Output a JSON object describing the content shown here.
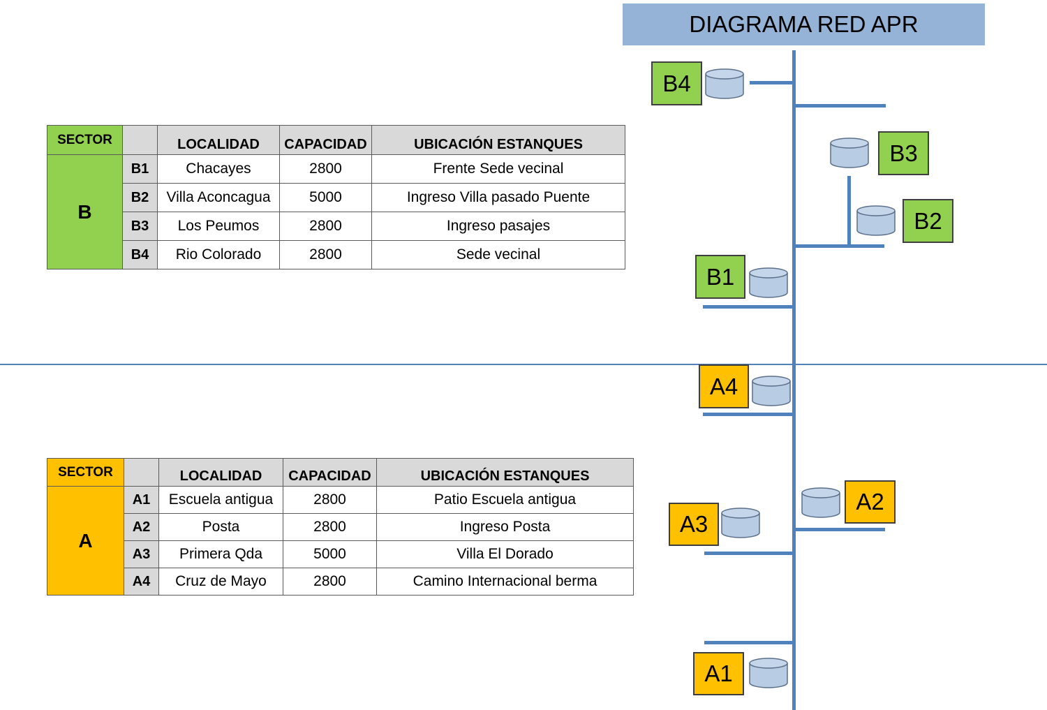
{
  "colors": {
    "sector_b": "#92d050",
    "sector_a": "#ffc000",
    "header_gray": "#d9d9d9",
    "pipe_blue": "#4f81bd",
    "title_bar": "#95b3d7",
    "tank_fill": "#b8cce4"
  },
  "diagram": {
    "title": "DIAGRAMA RED APR",
    "nodes": {
      "b4": "B4",
      "b3": "B3",
      "b2": "B2",
      "b1": "B1",
      "a4": "A4",
      "a3": "A3",
      "a2": "A2",
      "a1": "A1"
    },
    "icon": "water-tank-icon"
  },
  "table_b": {
    "headers": {
      "sector": "SECTOR",
      "localidad": "LOCALIDAD",
      "capacidad": "CAPACIDAD",
      "ubicacion": "UBICACIÓN ESTANQUES"
    },
    "sector": "B",
    "rows": [
      {
        "code": "B1",
        "localidad": "Chacayes",
        "capacidad": "2800",
        "ubicacion": "Frente Sede vecinal"
      },
      {
        "code": "B2",
        "localidad": "Villa Aconcagua",
        "capacidad": "5000",
        "ubicacion": "Ingreso Villa pasado Puente"
      },
      {
        "code": "B3",
        "localidad": "Los Peumos",
        "capacidad": "2800",
        "ubicacion": "Ingreso pasajes"
      },
      {
        "code": "B4",
        "localidad": "Rio Colorado",
        "capacidad": "2800",
        "ubicacion": "Sede vecinal"
      }
    ]
  },
  "table_a": {
    "headers": {
      "sector": "SECTOR",
      "localidad": "LOCALIDAD",
      "capacidad": "CAPACIDAD",
      "ubicacion": "UBICACIÓN ESTANQUES"
    },
    "sector": "A",
    "rows": [
      {
        "code": "A1",
        "localidad": "Escuela antigua",
        "capacidad": "2800",
        "ubicacion": "Patio Escuela antigua"
      },
      {
        "code": "A2",
        "localidad": "Posta",
        "capacidad": "2800",
        "ubicacion": "Ingreso Posta"
      },
      {
        "code": "A3",
        "localidad": "Primera Qda",
        "capacidad": "5000",
        "ubicacion": "Villa El Dorado"
      },
      {
        "code": "A4",
        "localidad": "Cruz de Mayo",
        "capacidad": "2800",
        "ubicacion": "Camino Internacional berma"
      }
    ]
  }
}
